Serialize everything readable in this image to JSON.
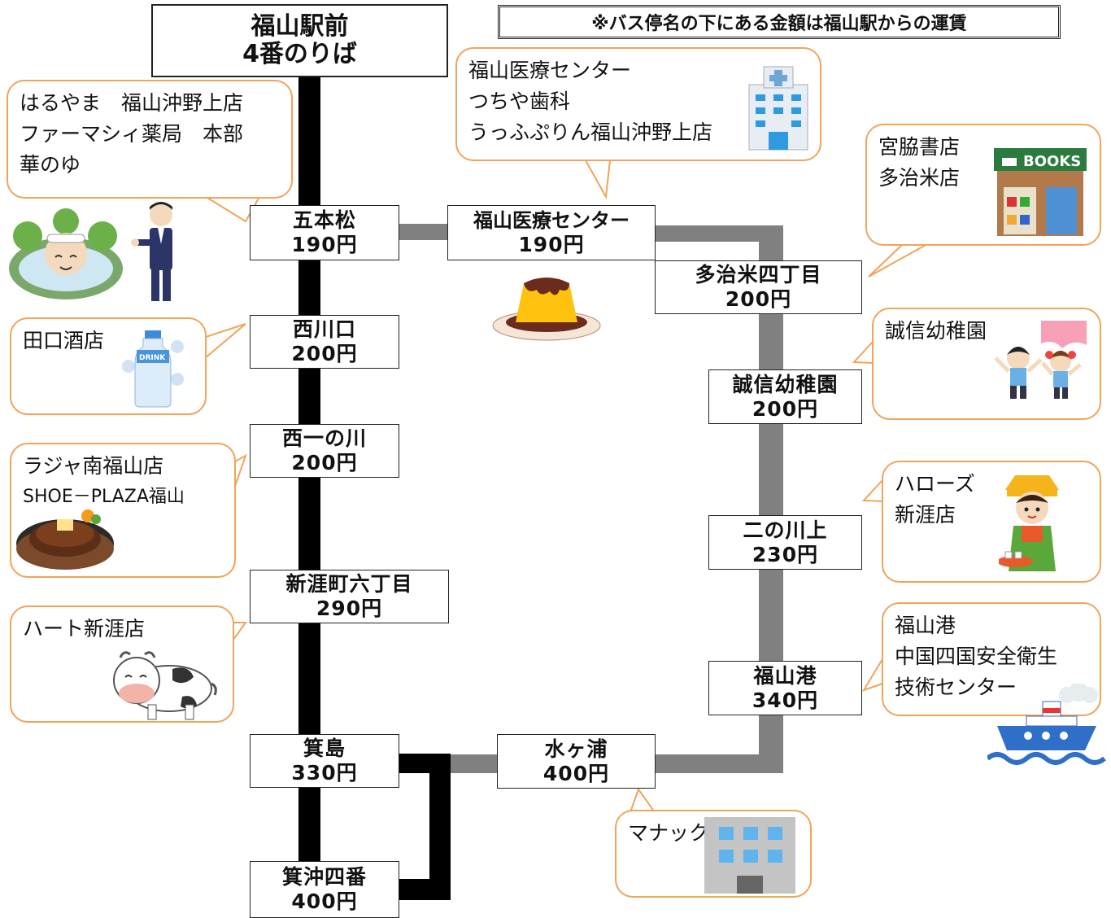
{
  "start": {
    "line1": "福山駅前",
    "line2": "4番のりば"
  },
  "note": "※バス停名の下にある金額は福山駅からの運賃",
  "stops": {
    "gohonmatsu": {
      "name": "五本松",
      "fare": "190円"
    },
    "nishikawaguchi": {
      "name": "西川口",
      "fare": "200円"
    },
    "nishiichinokawa": {
      "name": "西一の川",
      "fare": "200円"
    },
    "shingaicho6": {
      "name": "新涯町六丁目",
      "fare": "290円"
    },
    "mishima": {
      "name": "箕島",
      "fare": "330円"
    },
    "minooki4": {
      "name": "箕沖四番",
      "fare": "400円"
    },
    "iryo_center": {
      "name": "福山医療センター",
      "fare": "190円"
    },
    "tajimi4": {
      "name": "多治米四丁目",
      "fare": "200円"
    },
    "seishin": {
      "name": "誠信幼稚園",
      "fare": "200円"
    },
    "ninokawakami": {
      "name": "二の川上",
      "fare": "230円"
    },
    "fukuyamako": {
      "name": "福山港",
      "fare": "340円"
    },
    "mizugaura": {
      "name": "水ヶ浦",
      "fare": "400円"
    }
  },
  "bubbles": {
    "gohonmatsu": [
      "はるやま　福山沖野上店",
      "ファーマシィ薬局　本部",
      "華のゆ"
    ],
    "nishikawaguchi": [
      "田口酒店"
    ],
    "nishiichinokawa": [
      "ラジャ南福山店",
      "SHOE－PLAZA福山"
    ],
    "shingaicho6": [
      "ハート新涯店"
    ],
    "iryo_center": [
      "福山医療センター",
      "つちや歯科",
      "うっふぷりん福山沖野上店"
    ],
    "tajimi4": [
      "宮脇書店",
      "多治米店"
    ],
    "seishin": [
      "誠信幼稚園"
    ],
    "ninokawakami": [
      "ハローズ",
      "新涯店"
    ],
    "fukuyamako": [
      "福山港",
      "中国四国安全衛生",
      "技術センター"
    ],
    "mizugaura": [
      "マナック"
    ]
  },
  "illustrations": {
    "bathing_elder": "hot-spring-icon",
    "staff": "businessman-icon",
    "pudding": "pudding-icon",
    "hospital": "hospital-icon",
    "bookstore": "bookstore-icon",
    "bookstore_sign": "BOOKS",
    "bottle": "water-bottle-icon",
    "bottle_label": "DRINK",
    "kids": "children-icon",
    "steak": "steak-icon",
    "grocer": "shop-clerk-icon",
    "cow": "cow-icon",
    "ship": "ship-icon",
    "office": "office-building-icon"
  },
  "colors": {
    "line_black": "#000000",
    "line_gray": "#808080",
    "bubble_border": "#f0a45a"
  }
}
